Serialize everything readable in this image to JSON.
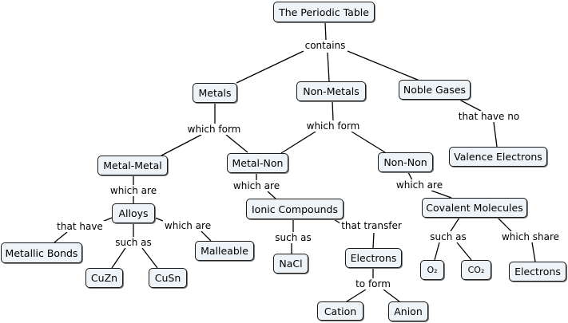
{
  "nodes": {
    "periodic_table": "The Periodic Table",
    "metals": "Metals",
    "non_metals": "Non-Metals",
    "noble_gases": "Noble Gases",
    "metal_metal": "Metal-Metal",
    "metal_non": "Metal-Non",
    "non_non": "Non-Non",
    "valence_electrons": "Valence Electrons",
    "alloys": "Alloys",
    "ionic_compounds": "Ionic Compounds",
    "covalent_molecules": "Covalent Molecules",
    "metallic_bonds": "Metallic Bonds",
    "cuzn": "CuZn",
    "cusn": "CuSn",
    "malleable": "Malleable",
    "nacl": "NaCl",
    "electrons_ionic": "Electrons",
    "o2": "O₂",
    "co2": "CO₂",
    "electrons_covalent": "Electrons",
    "cation": "Cation",
    "anion": "Anion"
  },
  "links": {
    "contains": "contains",
    "which_form_metals": "which form",
    "which_form_nonmetals": "which form",
    "that_have_no": "that have no",
    "which_are_metal_metal": "which are",
    "which_are_metal_non": "which are",
    "which_are_non_non": "which are",
    "that_have": "that have",
    "such_as_alloys": "such as",
    "which_are_alloys": "which are",
    "such_as_ionic": "such as",
    "that_transfer": "that transfer",
    "to_form": "to form",
    "such_as_covalent": "such as",
    "which_share": "which share"
  }
}
